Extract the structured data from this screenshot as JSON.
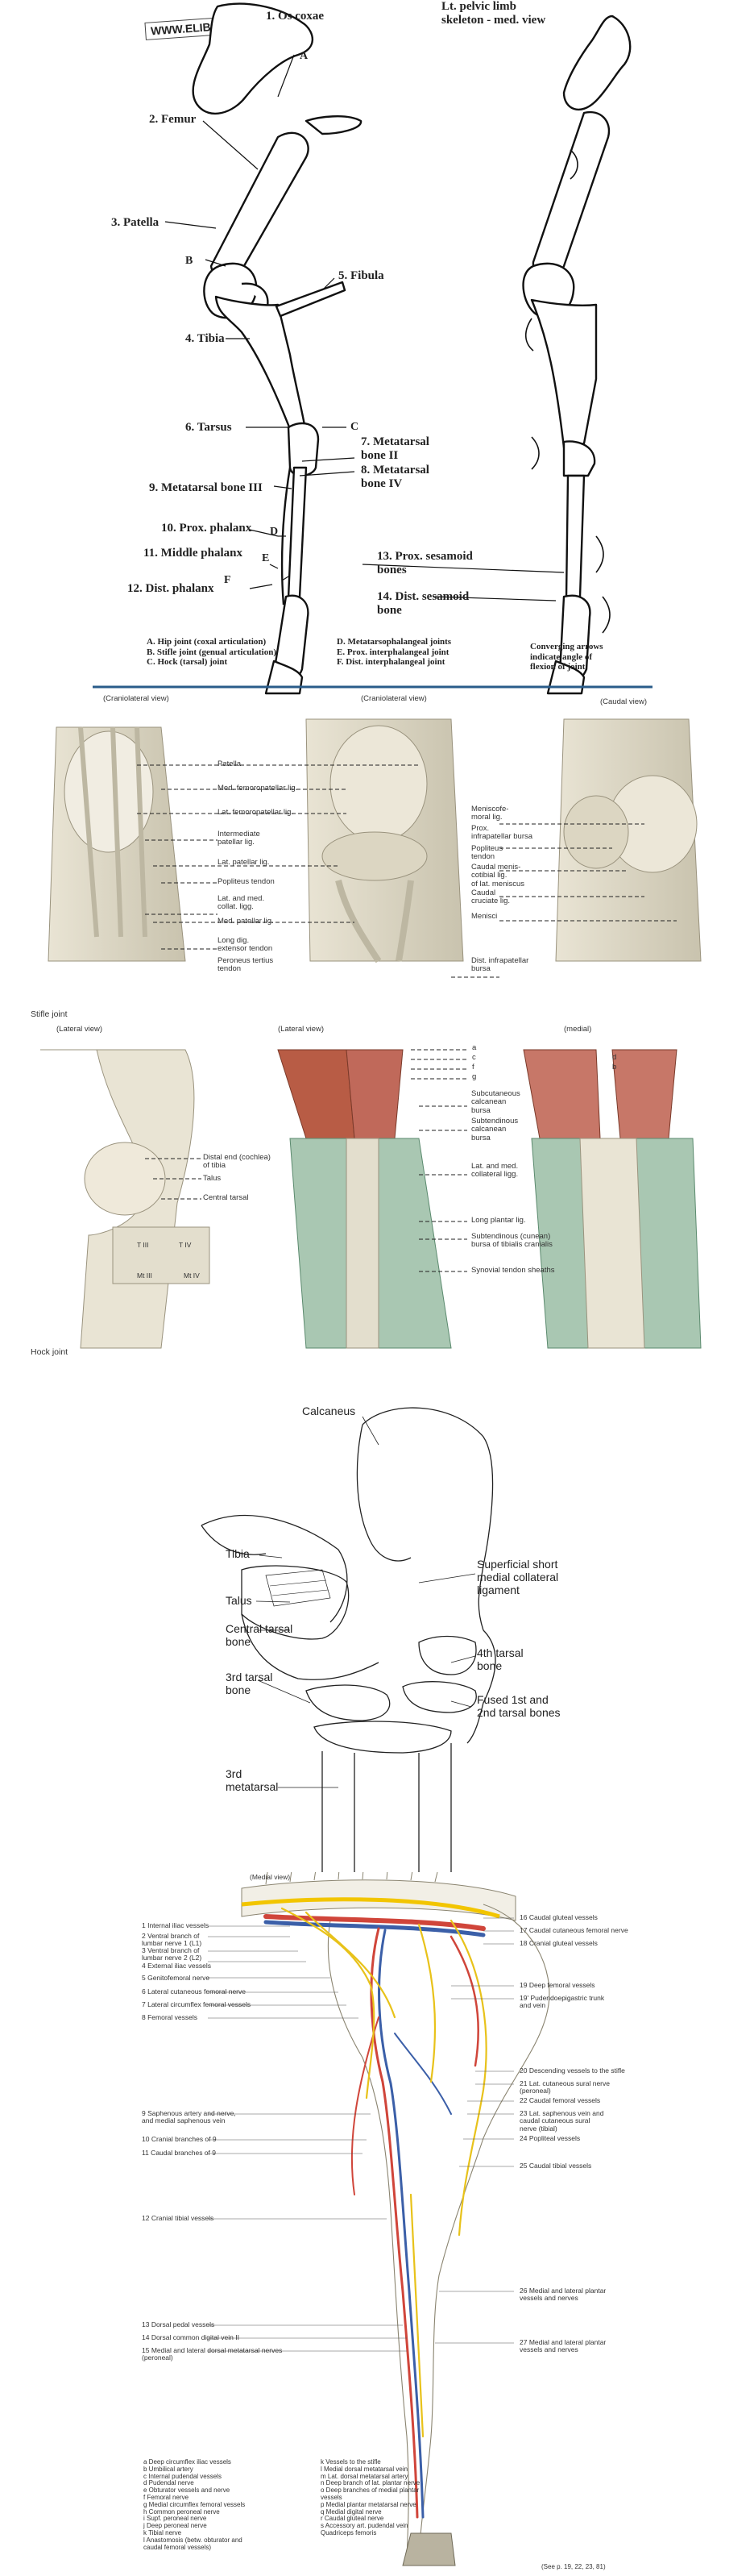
{
  "skeleton": {
    "watermark": "WWW.ELIBRAVET.COM",
    "title": "Lt. pelvic limb\nskeleton - med. view",
    "labels": {
      "os_coxae": "1. Os coxae",
      "A": "A",
      "femur": "2. Femur",
      "patella": "3. Patella",
      "B": "B",
      "fibula": "5. Fibula",
      "tibia": "4. Tibia",
      "tarsus": "6. Tarsus",
      "C": "C",
      "mt_ii": "7. Metatarsal\n    bone II",
      "mt_iv": "8. Metatarsal\n    bone IV",
      "mt_iii": "9. Metatarsal bone III",
      "prox_phalanx": "10. Prox. phalanx",
      "D": "D",
      "middle_phalanx": "11. Middle phalanx",
      "E": "E",
      "F": "F",
      "dist_phalanx": "12. Dist. phalanx",
      "prox_sesamoid": "13. Prox. sesamoid\n      bones",
      "dist_sesamoid": "14. Dist. sesamoid\n      bone"
    },
    "legend_col1": "A. Hip joint (coxal articulation)\nB. Stifle joint (genual articulation)\nC. Hock (tarsal) joint",
    "legend_col2": "D. Metatarsophalangeal joints\nE. Prox. interphalangeal joint\nF. Dist. interphalangeal joint",
    "legend_col3": "Converging arrows\nindicate angle of\nflexion of joint"
  },
  "stifle": {
    "view1": "(Craniolateral view)",
    "view2": "(Craniolateral view)",
    "view3": "(Caudal view)",
    "labels": {
      "patella": "Patella",
      "med_fempat": "Med. femoropatellar lig.",
      "lat_fempat": "Lat. femoropatellar lig.",
      "int_pat": "Intermediate\npatellar lig.",
      "lat_pat": "Lat. patellar lig.",
      "popliteus_tendon": "Popliteus tendon",
      "coll_ligg": "Lat. and med.\ncollat. ligg.",
      "med_pat": "Med. patellar lig.",
      "long_dig": "Long dig.\nextensor tendon",
      "peroneus": "Peroneus tertius\ntendon",
      "meniscofem": "Meniscofe-\nmoral lig.",
      "prox_infra": "Prox.\ninfrapatellar bursa",
      "popliteus_t2": "Popliteus\ntendon",
      "caudal_menisco": "Caudal menis-\ncotibial lig.\nof lat. meniscus",
      "caudal_cruciate": "Caudal\ncruciate lig.",
      "menisci": "Menisci",
      "dist_infra": "Dist. infrapatellar\nbursa"
    },
    "caption": "Stifle joint"
  },
  "hock": {
    "view1": "(Lateral view)",
    "view2": "(Lateral view)",
    "view3": "(medial)",
    "letters_left": "a\nc\nf\ng",
    "letters_right": "d\nb",
    "labels": {
      "distal_end": "Distal end (cochlea)\nof tibia",
      "talus": "Talus",
      "central_tarsal": "Central tarsal",
      "t3": "T III",
      "t4": "T IV",
      "mt3": "Mt III",
      "mt4": "Mt IV",
      "subcut_bursa": "Subcutaneous\ncalcanean\nbursa",
      "subtend_bursa": "Subtendinous\ncalcanean\nbursa",
      "coll_lig": "Lat. and med.\ncollateral ligg.",
      "long_plantar": "Long plantar lig.",
      "subtend_cunean": "Subtendinous (cunean)\nbursa of tibialis cranialis",
      "synovial": "Synovial tendon sheaths"
    },
    "caption": "Hock joint"
  },
  "tarsal_drawing": {
    "labels": {
      "calcaneus": "Calcaneus",
      "tibia": "Tibia",
      "sup_short": "Superficial short\nmedial collateral\nligament",
      "talus": "Talus",
      "fourth_tarsal": "4th tarsal\nbone",
      "central_tarsal": "Central tarsal\nbone",
      "fused": "Fused 1st and\n2nd tarsal bones",
      "third_tarsal": "3rd tarsal\nbone",
      "third_mt": "3rd\nmetatarsal"
    }
  },
  "vessels": {
    "view": "(Medial view)",
    "left_labels": [
      "1 Internal iliac vessels",
      "2 Ventral branch of\n   lumbar nerve 1 (L1)",
      "3 Ventral branch of\n   lumbar nerve 2 (L2)",
      "4 External iliac vessels",
      "5 Genitofemoral nerve",
      "6 Lateral cutaneous femoral nerve",
      "7 Lateral circumflex femoral vessels",
      "8 Femoral vessels",
      "9 Saphenous artery and nerve,\n   and medial saphenous vein",
      "10 Cranial branches of 9",
      "11 Caudal branches of 9",
      "12 Cranial tibial vessels",
      "13 Dorsal pedal vessels",
      "14 Dorsal common digital vein II",
      "15 Medial and lateral dorsal metatarsal nerves\n     (peroneal)"
    ],
    "right_labels": [
      "16 Caudal gluteal vessels",
      "17 Caudal cutaneous femoral nerve",
      "18 Cranial gluteal vessels",
      "19 Deep femoral vessels",
      "19' Pudendoepigastric trunk\n      and vein",
      "20 Descending vessels to the stifle",
      "21 Lat. cutaneous sural nerve\n     (peroneal)",
      "22 Caudal femoral vessels",
      "23 Lat. saphenous vein and\n     caudal cutaneous sural\n     nerve (tibial)",
      "24 Popliteal vessels",
      "25 Caudal tibial vessels",
      "26 Medial and lateral plantar\n     vessels and nerves",
      "27 Medial and lateral plantar\n     vessels and nerves"
    ],
    "legend_col1": "a  Deep circumflex iliac vessels\nb  Umbilical artery\nc  Internal pudendal vessels\nd  Pudendal nerve\ne  Obturator vessels and nerve\nf   Femoral nerve\ng  Medial circumflex femoral vessels\nh  Common peroneal nerve\ni   Supf. peroneal nerve\nj   Deep peroneal nerve\nk  Tibial nerve\nl   Anastomosis (betw. obturator and\n    caudal femoral vessels)",
    "legend_col2": "k  Vessels to the stifle\nl   Medial dorsal metatarsal vein\nm  Lat. dorsal metatarsal artery\nn  Deep branch of lat. plantar nerve\no  Deep branches of medial plantar\n    vessels\np  Medial plantar metatarsal nerve\nq  Medial digital nerve\nr   Caudal gluteal nerve\ns  Accessory art. pudendal vein\n    Quadriceps femoris",
    "footer": "(See p. 19, 22, 23, 81)"
  }
}
